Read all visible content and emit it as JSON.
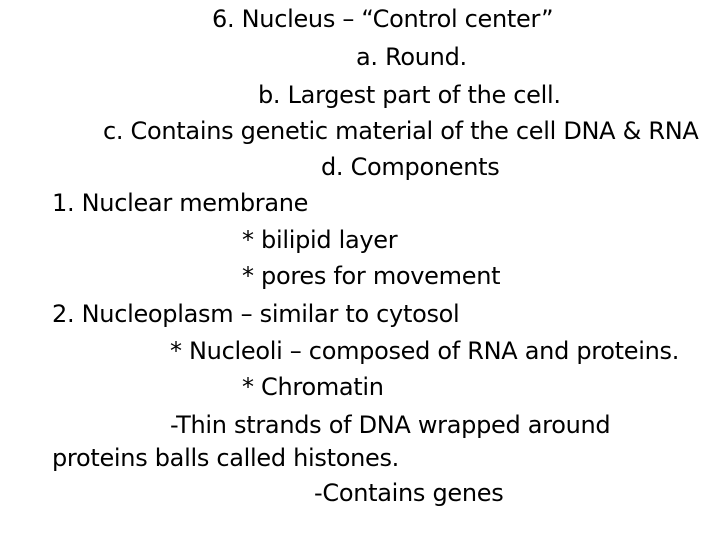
{
  "lines": [
    "6. Nucleus – “Control center”",
    "a. Round.",
    "b. Largest part of the cell.",
    "c. Contains genetic material of the cell DNA & RNA",
    "d. Components",
    "1. Nuclear membrane",
    "* bilipid layer",
    "* pores for movement",
    "2. Nucleoplasm – similar to cytosol",
    "* Nucleoli – composed of RNA and proteins.",
    "* Chromatin",
    "-Thin strands of DNA wrapped around",
    "proteins balls called histones.",
    "-Contains genes"
  ]
}
